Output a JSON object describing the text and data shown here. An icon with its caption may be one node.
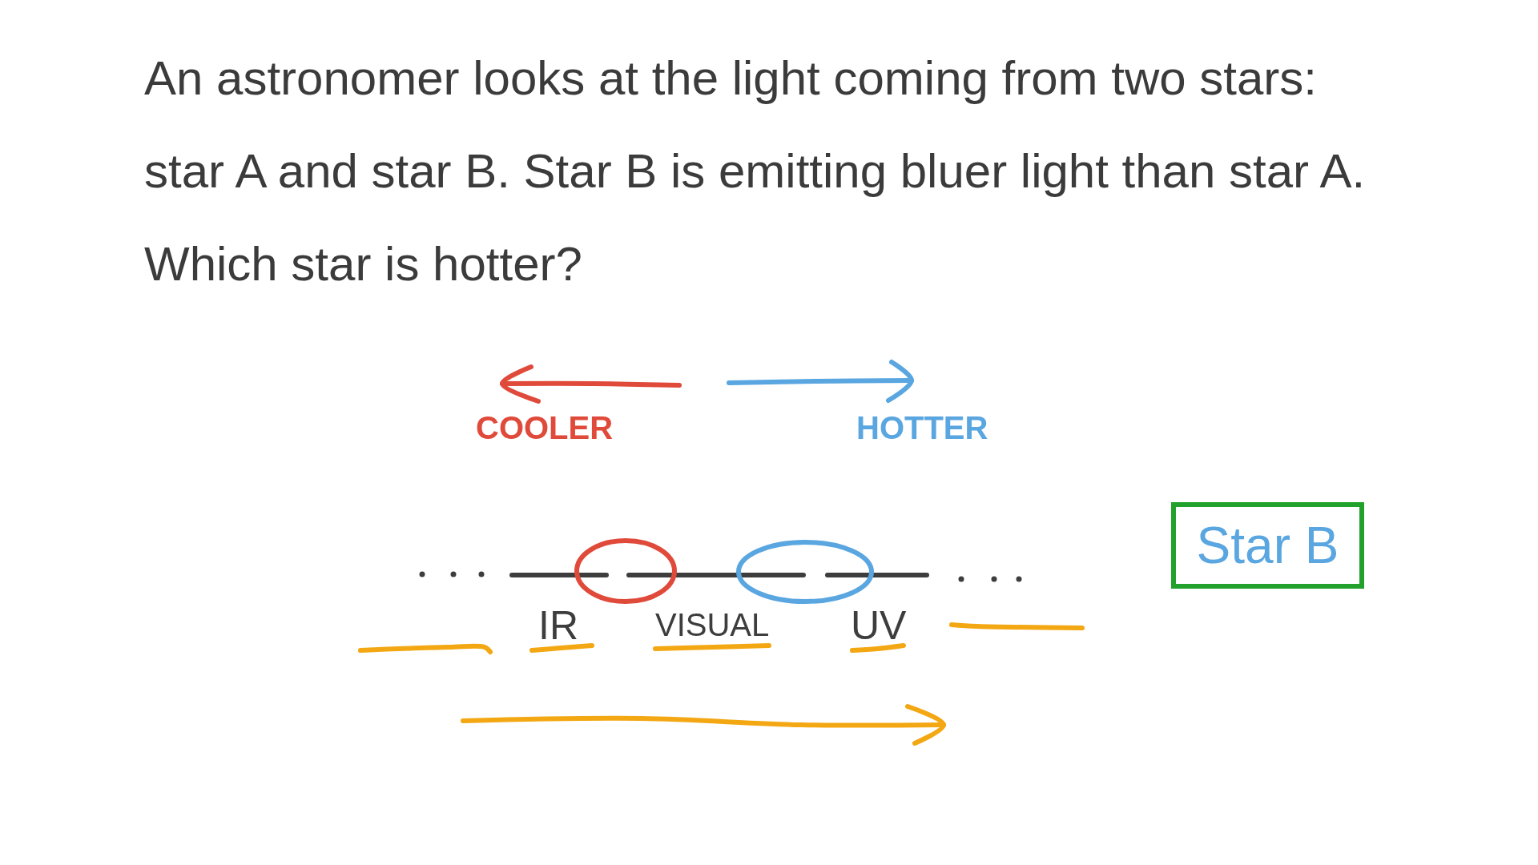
{
  "diagram": {
    "title": "An astronomer looks at the light coming from two stars: star A and star B. Star B is emitting bluer light than star A. Which star is hotter?",
    "nodes": [
      {
        "text": [
          "Star B"
        ]
      }
    ],
    "labels": [
      "COOLER",
      "HOTTER",
      "IR",
      "VISUAL",
      "UV"
    ]
  }
}
